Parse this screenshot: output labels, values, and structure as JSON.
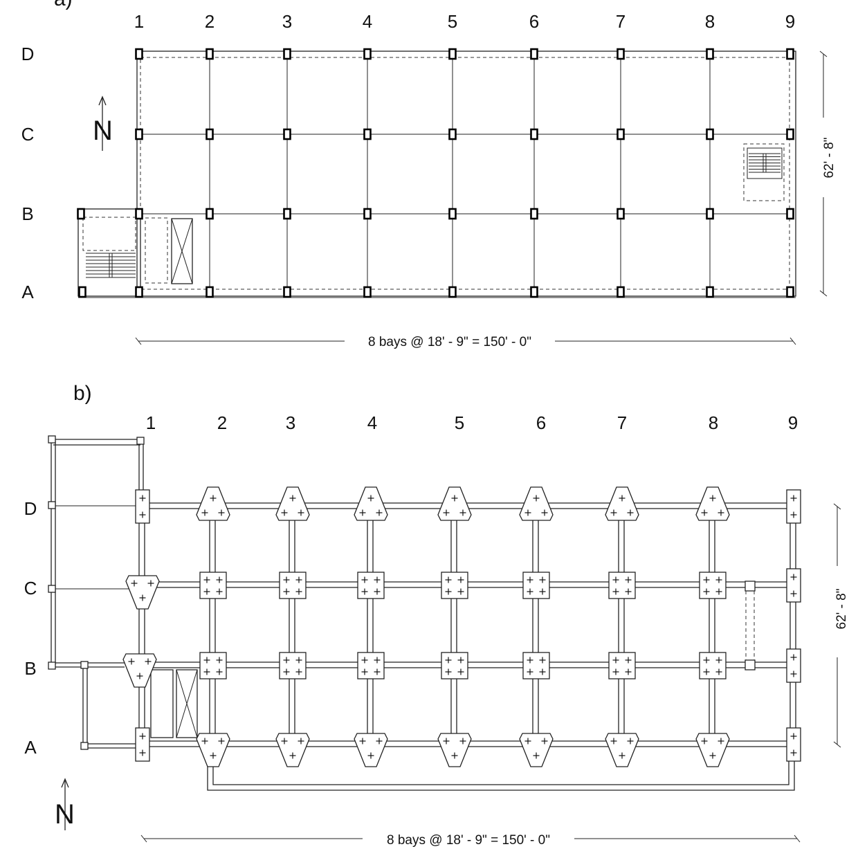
{
  "diagram": {
    "panel_a": {
      "label": "a)",
      "column_labels": [
        "1",
        "2",
        "3",
        "4",
        "5",
        "6",
        "7",
        "8",
        "9"
      ],
      "row_labels": [
        "D",
        "C",
        "B",
        "A"
      ],
      "horizontal_dimension": "8 bays @ 18' - 9\" = 150' - 0\"",
      "vertical_dimension": "62' - 8\"",
      "north_arrow_label": "N"
    },
    "panel_b": {
      "label": "b)",
      "column_labels": [
        "1",
        "2",
        "3",
        "4",
        "5",
        "6",
        "7",
        "8",
        "9"
      ],
      "row_labels": [
        "D",
        "C",
        "B",
        "A"
      ],
      "horizontal_dimension": "8 bays @ 18' - 9\" = 150' - 0\"",
      "vertical_dimension": "62' - 8\"",
      "north_arrow_label": "N"
    }
  }
}
